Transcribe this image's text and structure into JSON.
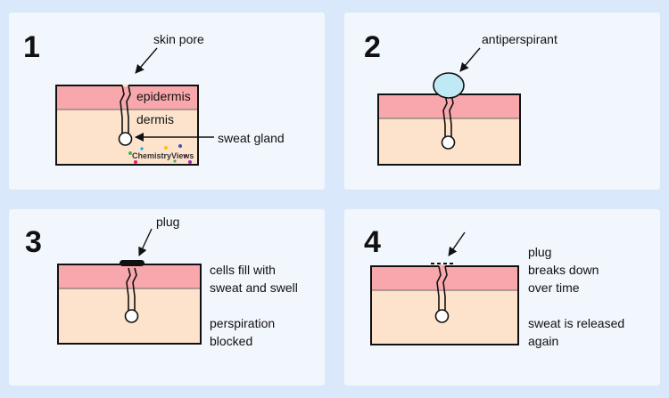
{
  "panels": [
    {
      "number": "1",
      "labels": {
        "skin_pore": "skin pore",
        "epidermis": "epidermis",
        "dermis": "dermis",
        "sweat_gland": "sweat gland"
      },
      "watermark": "ChemistryViews"
    },
    {
      "number": "2",
      "labels": {
        "antiperspirant": "antiperspirant"
      }
    },
    {
      "number": "3",
      "labels": {
        "plug": "plug",
        "cells_line1": "cells fill with",
        "cells_line2": "sweat and swell",
        "perspiration_line1": "perspiration",
        "perspiration_line2": "blocked"
      }
    },
    {
      "number": "4",
      "labels": {
        "plug_line1": "plug",
        "plug_line2": "breaks down",
        "plug_line3": "over time",
        "sweat_line1": "sweat is released",
        "sweat_line2": "again"
      }
    }
  ],
  "colors": {
    "page_background": "#d9e8fb",
    "panel_background": "#f2f6fd",
    "epidermis": "#f8a8ad",
    "dermis": "#fde3cc",
    "antiperspirant": "#bfe9f5",
    "plug": "#111111"
  }
}
